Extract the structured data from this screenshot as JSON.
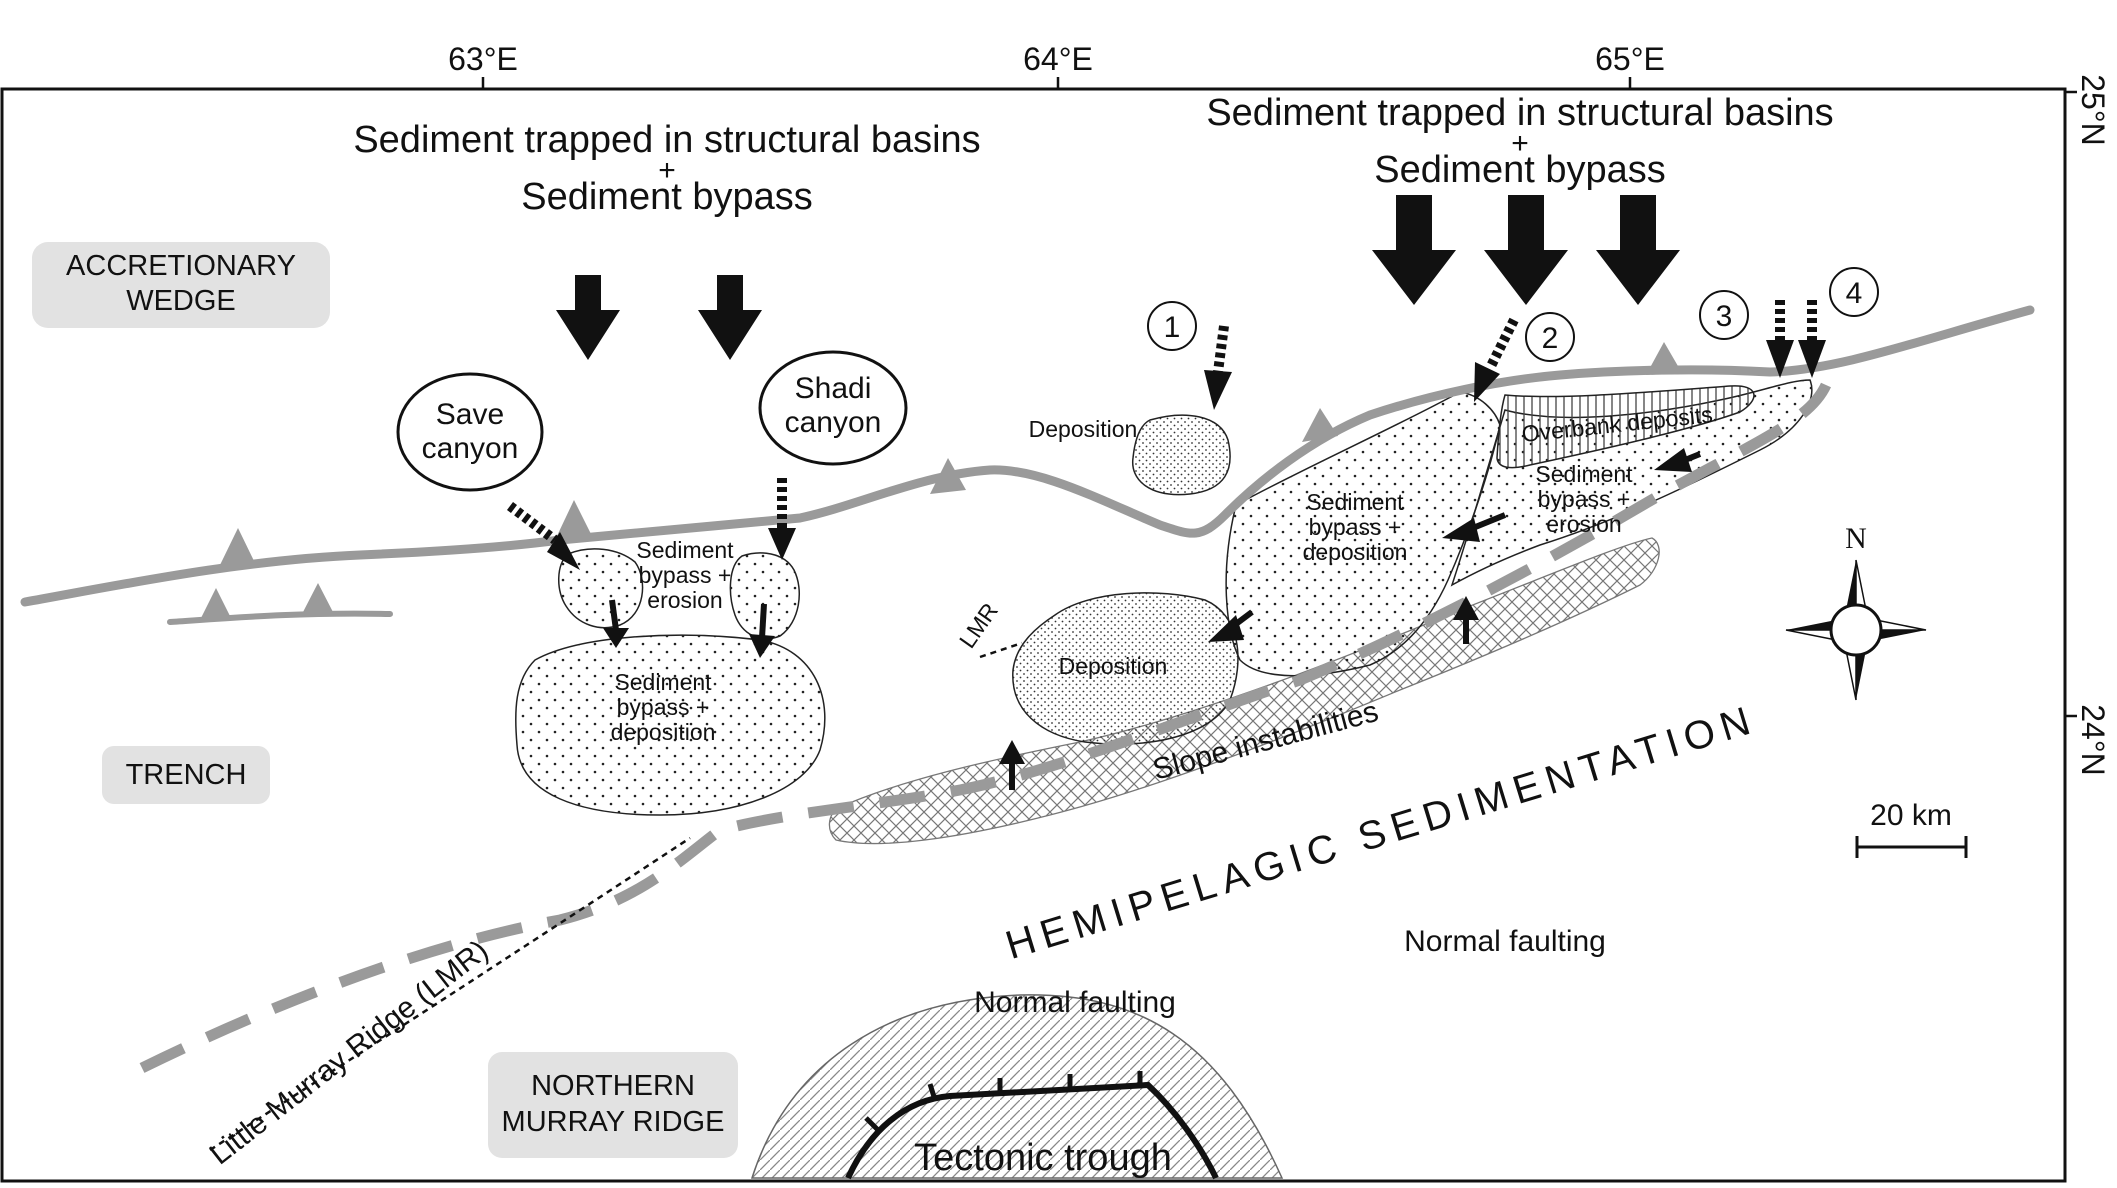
{
  "coordinates": {
    "longitude": [
      "63°E",
      "64°E",
      "65°E"
    ],
    "latitude": [
      "25°N",
      "24°N"
    ]
  },
  "regions": {
    "accretionary_wedge": "ACCRETIONARY\nWEDGE",
    "trench": "TRENCH",
    "northern_murray_ridge": "NORTHERN\nMURRAY RIDGE"
  },
  "input_notes": {
    "west": {
      "line1": "Sediment trapped in structural basins",
      "plus": "+",
      "line2": "Sediment bypass"
    },
    "east": {
      "line1": "Sediment trapped in structural basins",
      "plus": "+",
      "line2": "Sediment bypass"
    }
  },
  "canyons": {
    "save": "Save\ncanyon",
    "shadi": "Shadi\ncanyon"
  },
  "zones": {
    "deposition_small": "Deposition",
    "deposition_mid": "Deposition",
    "west_bypass_erosion": "Sediment\nbypass +\nerosion",
    "west_bypass_deposition": "Sediment\nbypass +\ndeposition",
    "east_bypass_deposition": "Sediment\nbypass +\ndeposition",
    "east_bypass_erosion": "Sediment\nbypass +\nerosion",
    "overbank": "Overbank deposits",
    "slope": "Slope instabilities"
  },
  "labels": {
    "lmr": "LMR",
    "hemipelagic": "HEMIPELAGIC SEDIMENTATION",
    "normal_faulting_1": "Normal faulting",
    "normal_faulting_2": "Normal faulting",
    "little_murray_ridge": "Little Murray Ridge (LMR)",
    "tectonic_trough": "Tectonic trough"
  },
  "numbers": [
    "1",
    "2",
    "3",
    "4"
  ],
  "compass": {
    "north": "N"
  },
  "scale": {
    "label": "20 km",
    "km": 20
  },
  "colors": {
    "thrust_front": "#9a9a9a",
    "label_box": "#e2e2e2",
    "outline": "#111111"
  }
}
